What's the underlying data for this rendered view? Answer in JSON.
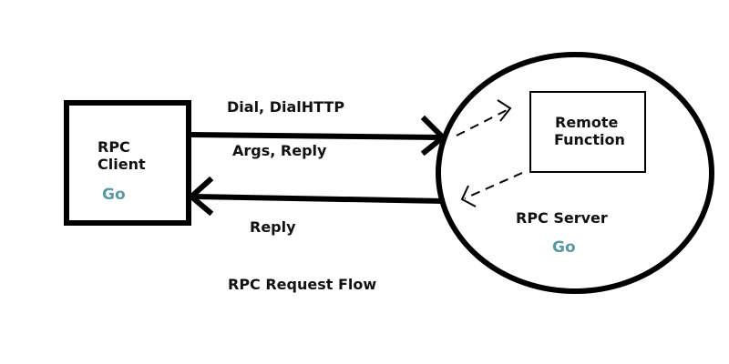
{
  "diagram": {
    "client": {
      "title_line1": "RPC",
      "title_line2": "Client",
      "language": "Go"
    },
    "server": {
      "title": "RPC Server",
      "language": "Go",
      "function_line1": "Remote",
      "function_line2": "Function"
    },
    "arrows": {
      "call_top": "Dial, DialHTTP",
      "call_bottom": "Args, Reply",
      "reply": "Reply"
    },
    "caption": "RPC Request Flow",
    "colors": {
      "stroke": "#000000",
      "text": "#111111",
      "go_accent": "#5b9aa0"
    }
  }
}
